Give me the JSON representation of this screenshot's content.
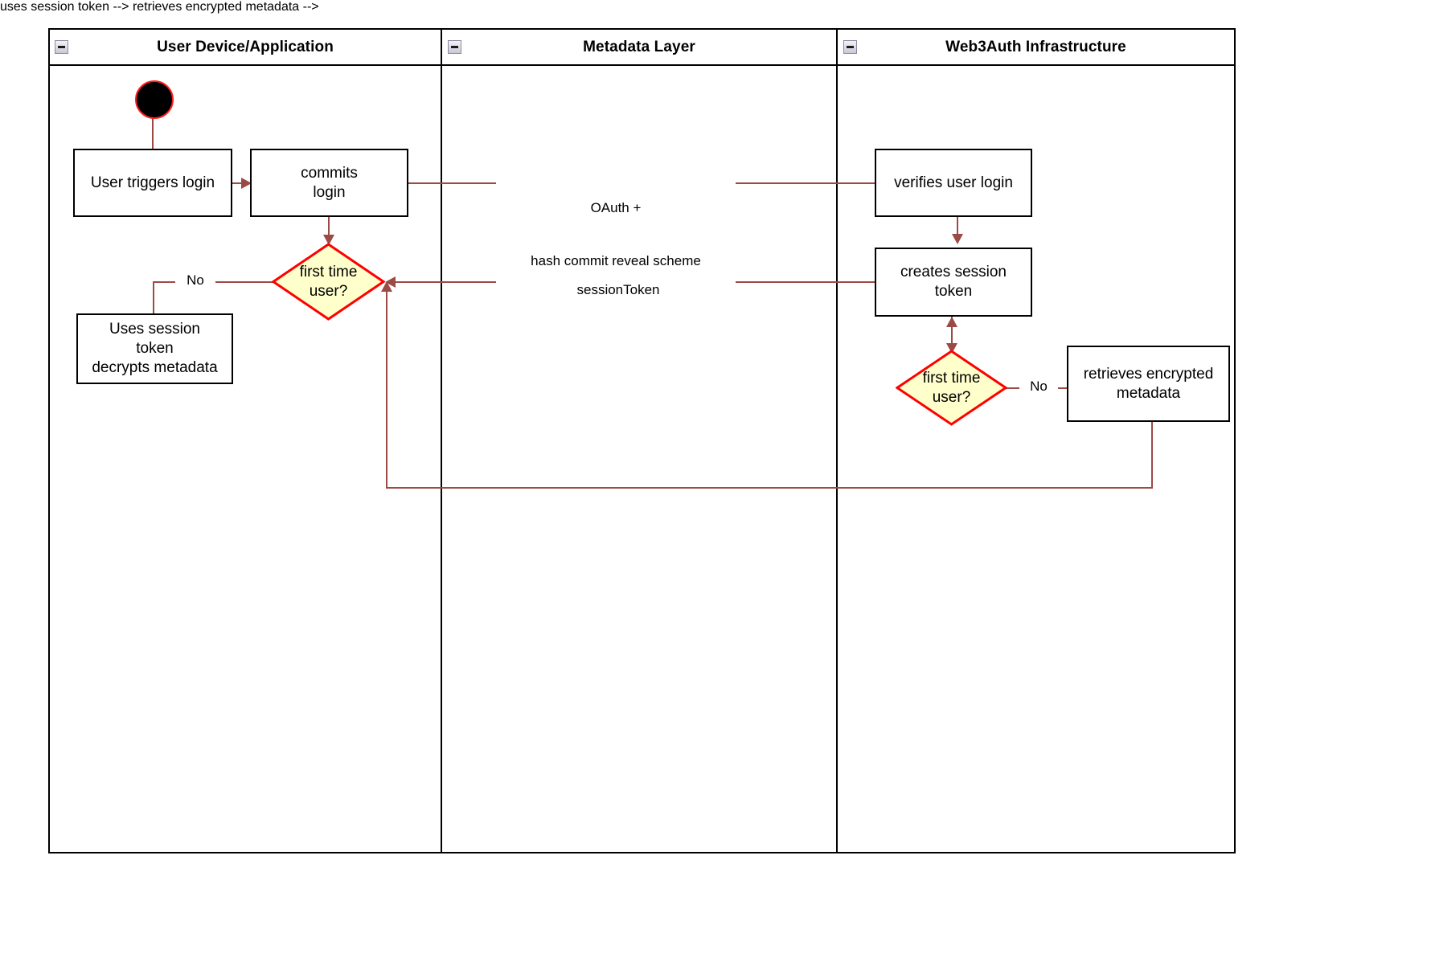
{
  "diagram": {
    "type": "uml-activity-swimlane",
    "background": "#ffffff",
    "edge_color": "#9c4a45",
    "decision_fill": "#ffffcc",
    "decision_stroke": "#ff0000",
    "node_fill": "#ffffff",
    "node_stroke": "#000000"
  },
  "lanes": [
    {
      "id": "lane-user",
      "title": "User Device/Application",
      "collapse_icon": "collapse-minus-icon"
    },
    {
      "id": "lane-metadata",
      "title": "Metadata Layer",
      "collapse_icon": "collapse-minus-icon"
    },
    {
      "id": "lane-web3auth",
      "title": "Web3Auth Infrastructure",
      "collapse_icon": "collapse-minus-icon"
    }
  ],
  "nodes": {
    "start": {
      "kind": "initial-node",
      "label": ""
    },
    "user_triggers_login": {
      "kind": "activity",
      "label": "User triggers login"
    },
    "commits_login": {
      "kind": "activity",
      "label": "commits\nlogin",
      "line1": "commits",
      "line2": "login"
    },
    "decision_left": {
      "kind": "decision",
      "label": "first time\nuser?",
      "line1": "first time",
      "line2": "user?"
    },
    "uses_session_token": {
      "kind": "activity",
      "line1": "Uses session",
      "line2": "token",
      "line3": "decrypts metadata"
    },
    "verifies_user_login": {
      "kind": "activity",
      "label": "verifies user login"
    },
    "creates_session_token": {
      "kind": "activity",
      "line1": "creates session",
      "line2": "token"
    },
    "decision_right": {
      "kind": "decision",
      "label": "first time\nuser?",
      "line1": "first time",
      "line2": "user?"
    },
    "retrieves_encrypted_metadata": {
      "kind": "activity",
      "line1": "retrieves encrypted",
      "line2": "metadata"
    }
  },
  "edge_labels": {
    "oauth_line1": "OAuth +",
    "oauth_line2": "hash commit reveal scheme",
    "session_token": "sessionToken",
    "no_left": "No",
    "no_right": "No"
  }
}
